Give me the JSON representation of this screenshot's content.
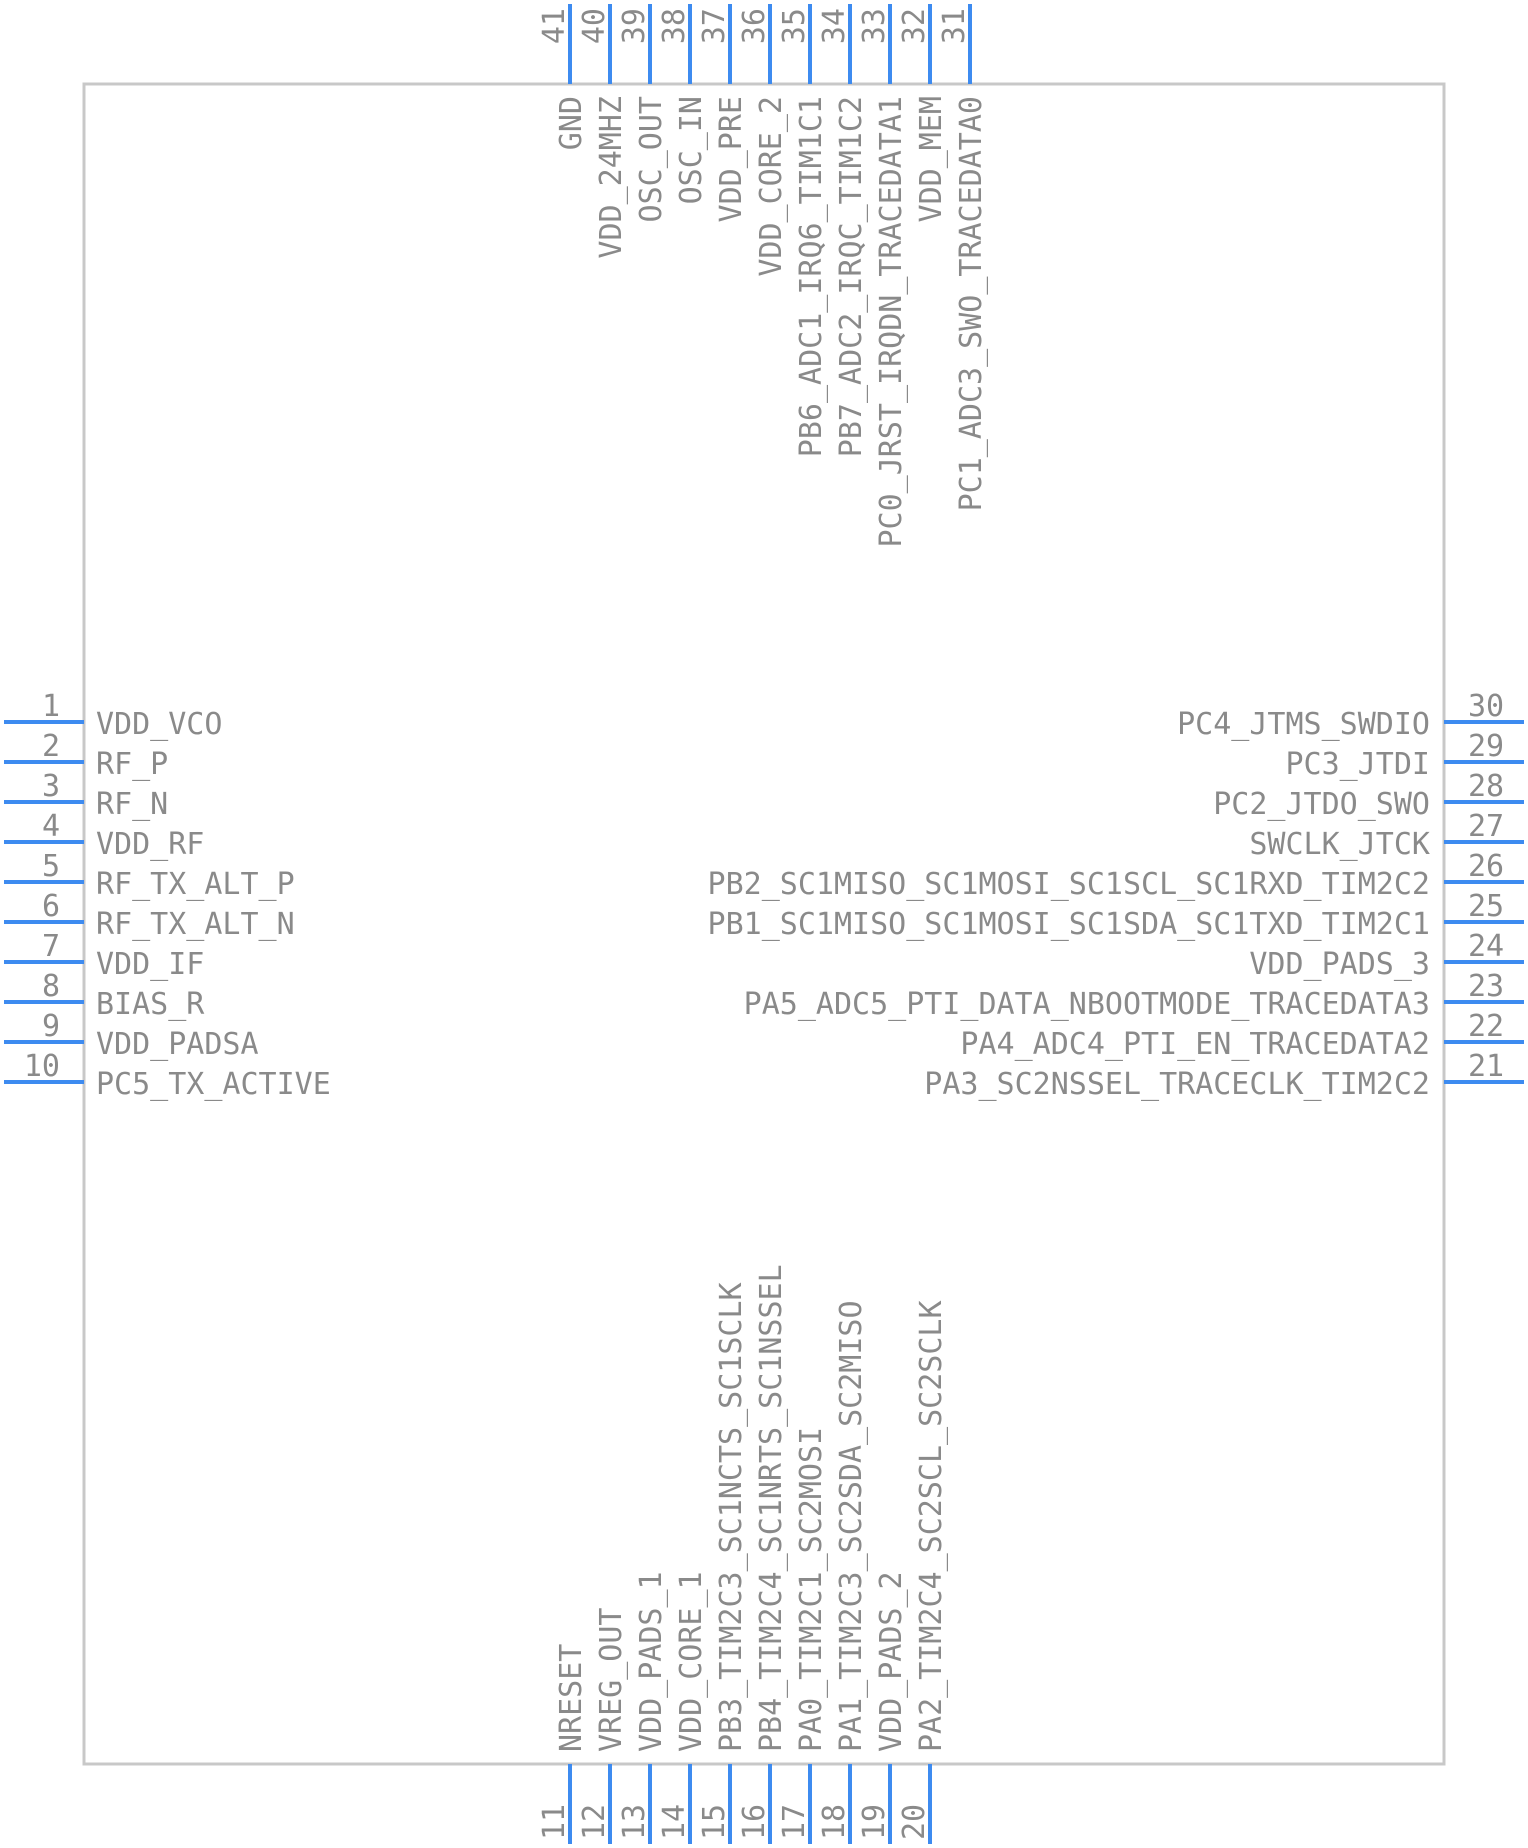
{
  "component": {
    "left_pins": [
      {
        "number": "1",
        "name": "VDD_VCO"
      },
      {
        "number": "2",
        "name": "RF_P"
      },
      {
        "number": "3",
        "name": "RF_N"
      },
      {
        "number": "4",
        "name": "VDD_RF"
      },
      {
        "number": "5",
        "name": "RF_TX_ALT_P"
      },
      {
        "number": "6",
        "name": "RF_TX_ALT_N"
      },
      {
        "number": "7",
        "name": "VDD_IF"
      },
      {
        "number": "8",
        "name": "BIAS_R"
      },
      {
        "number": "9",
        "name": "VDD_PADSA"
      },
      {
        "number": "10",
        "name": "PC5_TX_ACTIVE"
      }
    ],
    "right_pins": [
      {
        "number": "30",
        "name": "PC4_JTMS_SWDIO"
      },
      {
        "number": "29",
        "name": "PC3_JTDI"
      },
      {
        "number": "28",
        "name": "PC2_JTDO_SWO"
      },
      {
        "number": "27",
        "name": "SWCLK_JTCK"
      },
      {
        "number": "26",
        "name": "PB2_SC1MISO_SC1MOSI_SC1SCL_SC1RXD_TIM2C2"
      },
      {
        "number": "25",
        "name": "PB1_SC1MISO_SC1MOSI_SC1SDA_SC1TXD_TIM2C1"
      },
      {
        "number": "24",
        "name": "VDD_PADS_3"
      },
      {
        "number": "23",
        "name": "PA5_ADC5_PTI_DATA_NBOOTMODE_TRACEDATA3"
      },
      {
        "number": "22",
        "name": "PA4_ADC4_PTI_EN_TRACEDATA2"
      },
      {
        "number": "21",
        "name": "PA3_SC2NSSEL_TRACECLK_TIM2C2"
      }
    ],
    "top_pins": [
      {
        "number": "41",
        "name": "GND"
      },
      {
        "number": "40",
        "name": "VDD_24MHZ"
      },
      {
        "number": "39",
        "name": "OSC_OUT"
      },
      {
        "number": "38",
        "name": "OSC_IN"
      },
      {
        "number": "37",
        "name": "VDD_PRE"
      },
      {
        "number": "36",
        "name": "VDD_CORE_2"
      },
      {
        "number": "35",
        "name": "PB6_ADC1_IRQ6_TIM1C1"
      },
      {
        "number": "34",
        "name": "PB7_ADC2_IRQC_TIM1C2"
      },
      {
        "number": "33",
        "name": "PC0_JRST_IRQDN_TRACEDATA1"
      },
      {
        "number": "32",
        "name": "VDD_MEM"
      },
      {
        "number": "31",
        "name": "PC1_ADC3_SWO_TRACEDATA0"
      }
    ],
    "bottom_pins": [
      {
        "number": "11",
        "name": "NRESET"
      },
      {
        "number": "12",
        "name": "VREG_OUT"
      },
      {
        "number": "13",
        "name": "VDD_PADS_1"
      },
      {
        "number": "14",
        "name": "VDD_CORE_1"
      },
      {
        "number": "15",
        "name": "PB3_TIM2C3_SC1NCTS_SC1SCLK"
      },
      {
        "number": "16",
        "name": "PB4_TIM2C4_SC1NRTS_SC1NSSEL"
      },
      {
        "number": "17",
        "name": "PA0_TIM2C1_SC2MOSI"
      },
      {
        "number": "18",
        "name": "PA1_TIM2C3_SC2SDA_SC2MISO"
      },
      {
        "number": "19",
        "name": "VDD_PADS_2"
      },
      {
        "number": "20",
        "name": "PA2_TIM2C4_SC2SCL_SC2SCLK"
      }
    ]
  },
  "colors": {
    "pin": "#3d8bf0",
    "outline": "#c8c8c8",
    "text": "#8a8a8a"
  }
}
